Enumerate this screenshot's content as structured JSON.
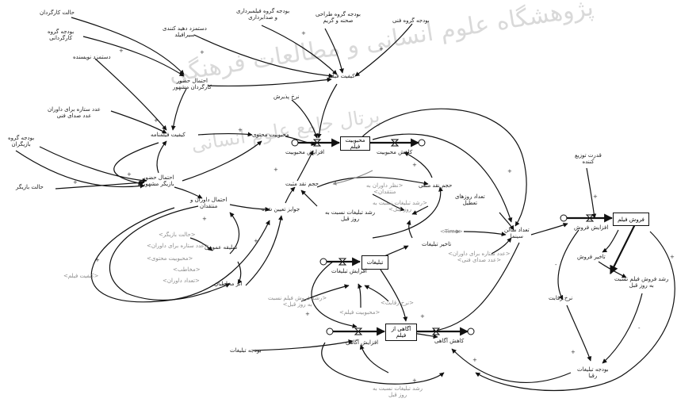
{
  "watermark": {
    "line1": "پژوهشگاه علوم انسانی و مطالعات فرهنگی",
    "line2": "پرتال جامع علوم انسانی"
  },
  "stocks": {
    "movie_popularity": "محبوبیت\nفیلم",
    "advertising": "تبلیغات",
    "awareness": "آگاهی از\nفیلم",
    "film_sales": "فروش فیلم"
  },
  "variables": {
    "director_groups": "حالت کارگردان",
    "budget_director_group": "بودجه گروه\nکارگردانی",
    "writer_pay": "دستمزد دهید کنندی\nسیرافیلد",
    "budget_actors_techs": "بودجه گروه فیلمبرداری\nو صدابرداری",
    "budget_design_makeup": "بودجه گروه طراحی\nصحنه و گریم",
    "budget_other": "بودجه گروه فنی",
    "director_famous": "احتمال حضور\nکارگردان مشهور",
    "writer": "دستمزد نویسنده",
    "film_quality": "کیفیت فیلم",
    "adoption_rate": "نرخ پذیرش",
    "ads_similar": "عدد ستاره برای داوران\nعدد صدای فنی",
    "script_quality": "کیفیت فیلمنامه",
    "content_popularity": "محبوبیت محتوی",
    "budget_group_actors": "بودجه گروه\nبازیگران",
    "star_actor": "احتمال حضور\nبازیگر مشهور",
    "actor_state": "حالت بازیگر",
    "critic_reviews": "احتمال داوران و\nمنتقدان",
    "awards_count": "جوایز تعیین شده",
    "popularity_increase": "افزایش محبوبیت",
    "popularity_decrease": "کاهش محبوبیت",
    "popularity_volume": "حجم نقد مثبت",
    "review_volume_neg": "حجم نقد منفی",
    "review_rate": "رشد تبلیغات نسبت به\nروز قبل",
    "critics_opinion": "نظر داوران به\nمنتقدان",
    "audience_taste": "سلیقه عمومی",
    "competitor_effect": "اثر مخاطبان",
    "screening_days": "تعداد روزهای\nتعطیل",
    "cinema_scenes": "تعداد سالن\nسینما",
    "sales_rate": "قدرت توزیع\nکننده",
    "sales_increase": "افزایش فروش",
    "sales_delay": "تاخیر فروش",
    "sales_growth": "رشد فروش فیلم نسبت\nبه روز قبل",
    "competition_rate": "نرخ رقابت",
    "ad_increase": "افزایش تبلیغات",
    "ad_delay": "تاخیر تبلیغات",
    "ad_budget": "بودجه تبلیغات",
    "awareness_increase": "افزایش آگاهی",
    "awareness_decrease": "کاهش آگاهی",
    "ad_growth": "رشد تبلیغات نسبت به\nروز قبل",
    "competitor_budget": "بودجه تبلیغات\nرقبا"
  },
  "shadows": {
    "actor_state_sh": "<حالت بازیگر>",
    "sim_count_sh": "<عدد ستاره برای داوران>",
    "sound_count_sh": "<عدد صدای فنی>",
    "content_pop_sh": "<محبوبیت محتوی>",
    "film_quality_sh": "<کیفیت فیلم>",
    "cinema_sh": "<مخاطب>",
    "critic_sh": "<تعداد داوران>",
    "time_sh": "<Time>",
    "sound_effects_sh": "<عدد ستاره برای داوران>\n<عدد صدای فنی>",
    "sales_prev_sh": "<رشد فروش فیلم نسبت\nبه روز قبل>",
    "competition_sh": "<نرخ رقابت>",
    "popularity_sh": "<محبوبیت فیلم>",
    "critic_rev_sh": "<نظر داوران به\nمنتقدان>",
    "ad_growth_sh": "<رشد تبلیغات نسبت به\nروز قبل>",
    "ad_growth_sh2": "رشد تبلیغات نسبت به\nروز قبل"
  }
}
